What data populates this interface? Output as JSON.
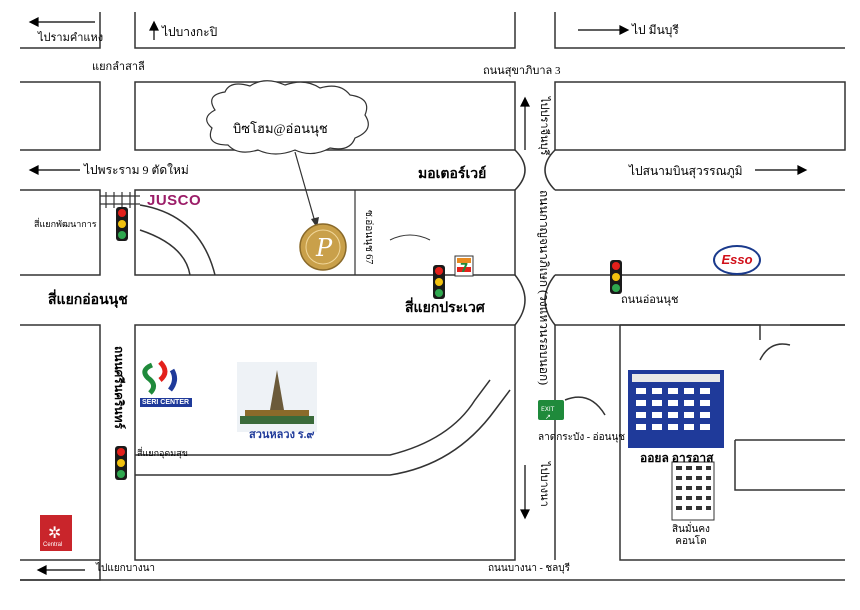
{
  "map": {
    "top_labels": {
      "to_ram_khamhaeng": "ไปรามคำแหง",
      "to_bang_kapi": "ไปบางกะปิ",
      "to_min_buri": "ไป มีนบุรี",
      "lam_sali_intersection": "แยกลำสาลี",
      "sukhaphiban_3_road": "ถนนสุขาภิบาล 3"
    },
    "motorway": {
      "label": "มอเตอร์เวย์",
      "to_rama9_new": "ไปพระราม 9 ตัดใหม่",
      "to_suvarnabhumi": "ไปสนามบินสุวรรณภูมิ"
    },
    "hotel": {
      "callout": "บิซโฮม@อ่อนนุช",
      "road_onnut_67": "ซ.อ่อนนุช 67"
    },
    "landmarks": {
      "jusco": "JUSCO",
      "pattanakarn_intersection": "สี่แยกพัฒนาการ",
      "esso": "Esso",
      "seven_eleven": "7",
      "seri_center": "SERI CENTER",
      "suan_luang": "สวนหลวง ร.๙",
      "central": "Central",
      "exit": "EXIT",
      "all_seasons": "ออยล อารอาส",
      "condo": "สินมั่นคง\nคอนโด"
    },
    "intersections": {
      "on_nut": "สี่แยกอ่อนนุช",
      "prawet": "สี่แยกประเวศ",
      "udomsuk": "สี่แยกอุดมสุข",
      "to_bang_na_intersection": "ไปแยกบางนา"
    },
    "roads": {
      "on_nut_road": "ถนนอ่อนนุช",
      "srinakarin_road": "ถนนศรีนครินทร์",
      "kanchanaphisek": "ถนนกาญจนาภิเษก (วงแหวนรอบนอก)",
      "to_prachinburi": "ไปปราจีนบุรี",
      "lat_krabang_exit": "ลาดกระบัง - อ่อนนุช",
      "to_bang_na": "ไปบางนา",
      "bang_na_chonburi_road": "ถนนบางนา - ชลบุรี"
    },
    "colors": {
      "road_edge": "#333333",
      "jusco": "#9b1d68",
      "esso_blue": "#1a3a8c",
      "esso_red": "#d1101a",
      "exit_green": "#1f8a3b",
      "building_blue": "#1f3a9a",
      "light_red": "#e3201b",
      "light_yellow": "#f2c20f",
      "light_green": "#2fa84f"
    }
  }
}
